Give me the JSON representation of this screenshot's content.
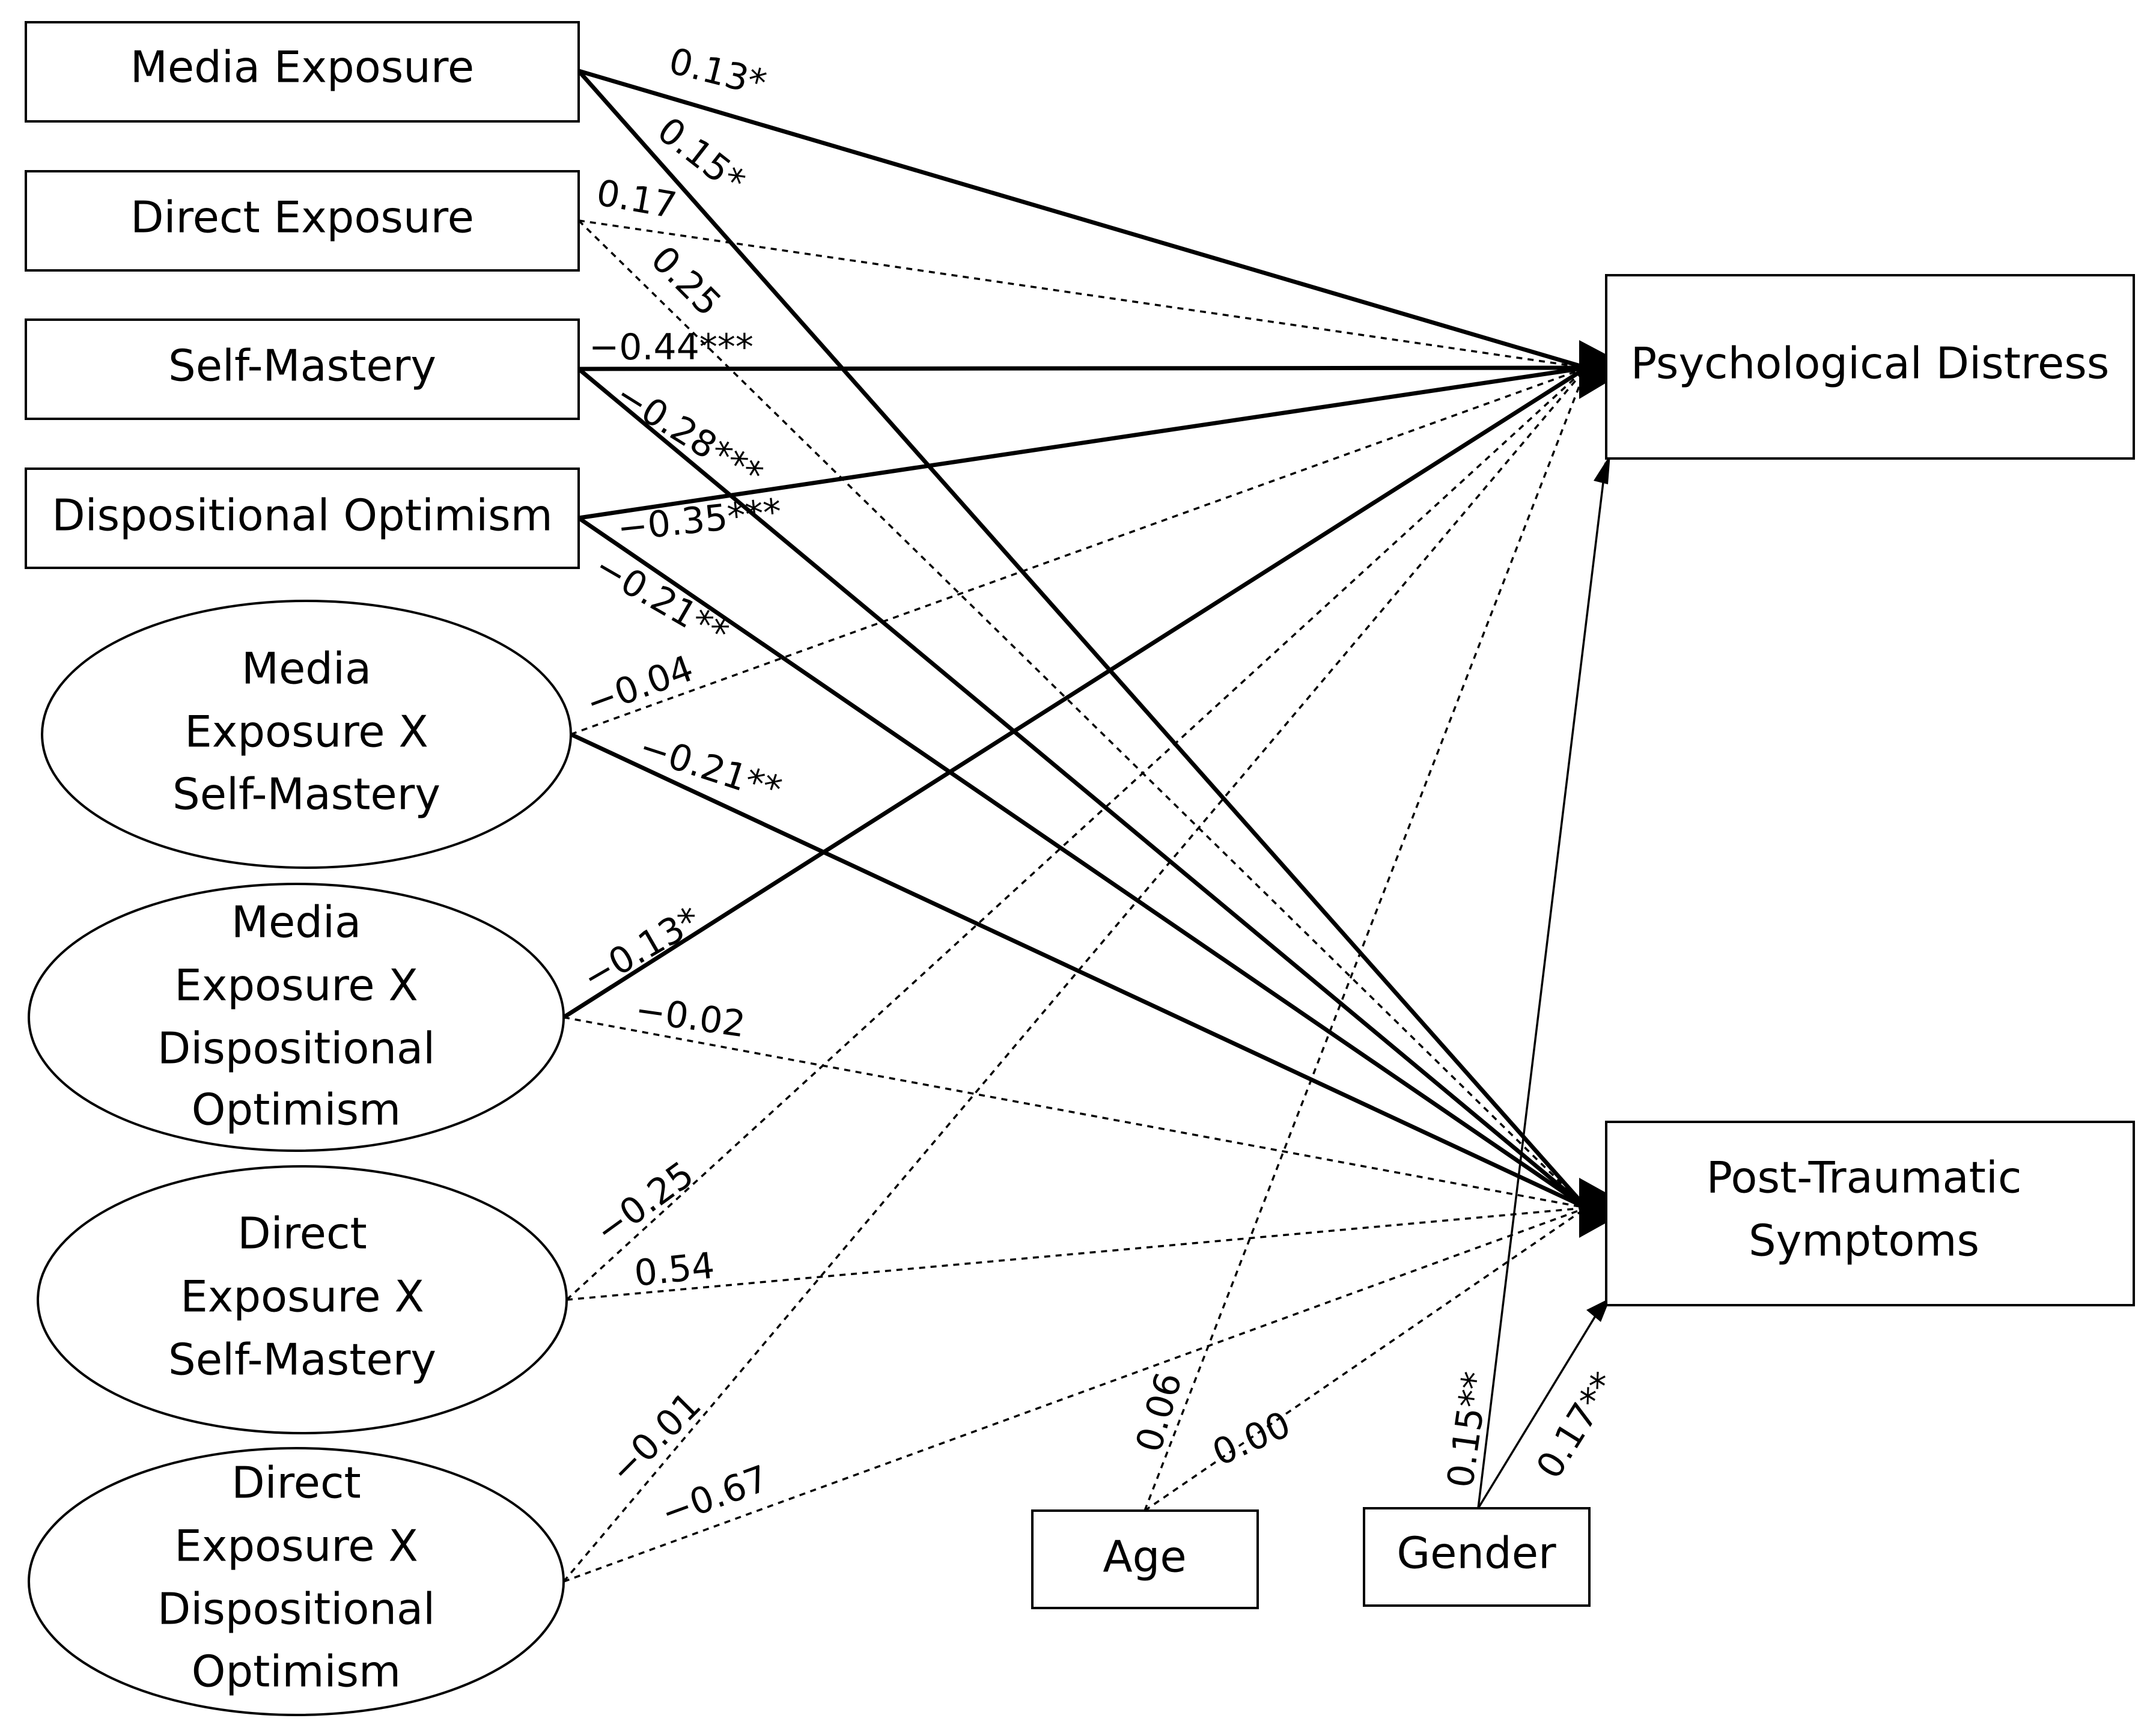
{
  "nodes": {
    "media_exposure": "Media Exposure",
    "direct_exposure": "Direct Exposure",
    "self_mastery": "Self-Mastery",
    "dispositional_optimism": "Dispositional Optimism",
    "me_x_sm": [
      "Media",
      "Exposure X",
      "Self-Mastery"
    ],
    "me_x_do": [
      "Media",
      "Exposure X",
      "Dispositional",
      "Optimism"
    ],
    "de_x_sm": [
      "Direct",
      "Exposure X",
      "Self-Mastery"
    ],
    "de_x_do": [
      "Direct",
      "Exposure X",
      "Dispositional",
      "Optimism"
    ],
    "psych_distress": "Psychological Distress",
    "pts": [
      "Post-Traumatic",
      "Symptoms"
    ],
    "age": "Age",
    "gender": "Gender"
  },
  "paths": [
    {
      "from": "media_exposure",
      "to": "psych_distress",
      "coef": "0.13*",
      "significant": true
    },
    {
      "from": "media_exposure",
      "to": "pts",
      "coef": "0.15*",
      "significant": true
    },
    {
      "from": "direct_exposure",
      "to": "psych_distress",
      "coef": "0.17",
      "significant": false
    },
    {
      "from": "direct_exposure",
      "to": "pts",
      "coef": "0.25",
      "significant": false
    },
    {
      "from": "self_mastery",
      "to": "psych_distress",
      "coef": "−0.44***",
      "significant": true
    },
    {
      "from": "self_mastery",
      "to": "pts",
      "coef": "−0.28***",
      "significant": true
    },
    {
      "from": "dispositional_optimism",
      "to": "psych_distress",
      "coef": "−0.35***",
      "significant": true
    },
    {
      "from": "dispositional_optimism",
      "to": "pts",
      "coef": "−0.21**",
      "significant": true
    },
    {
      "from": "me_x_sm",
      "to": "psych_distress",
      "coef": "−0.04",
      "significant": false
    },
    {
      "from": "me_x_sm",
      "to": "pts",
      "coef": "−0.21**",
      "significant": true
    },
    {
      "from": "me_x_do",
      "to": "psych_distress",
      "coef": "−0.13*",
      "significant": true
    },
    {
      "from": "me_x_do",
      "to": "pts",
      "coef": "−0.02",
      "significant": false
    },
    {
      "from": "de_x_sm",
      "to": "psych_distress",
      "coef": "−0.25",
      "significant": false
    },
    {
      "from": "de_x_sm",
      "to": "pts",
      "coef": "0.54",
      "significant": false
    },
    {
      "from": "de_x_do",
      "to": "psych_distress",
      "coef": "−0.01",
      "significant": false
    },
    {
      "from": "de_x_do",
      "to": "pts",
      "coef": "−0.67",
      "significant": false
    },
    {
      "from": "age",
      "to": "psych_distress",
      "coef": "0.06",
      "significant": false
    },
    {
      "from": "age",
      "to": "pts",
      "coef": "0.00",
      "significant": false
    },
    {
      "from": "gender",
      "to": "psych_distress",
      "coef": "0.15**",
      "significant": true
    },
    {
      "from": "gender",
      "to": "pts",
      "coef": "0.17**",
      "significant": true
    }
  ]
}
